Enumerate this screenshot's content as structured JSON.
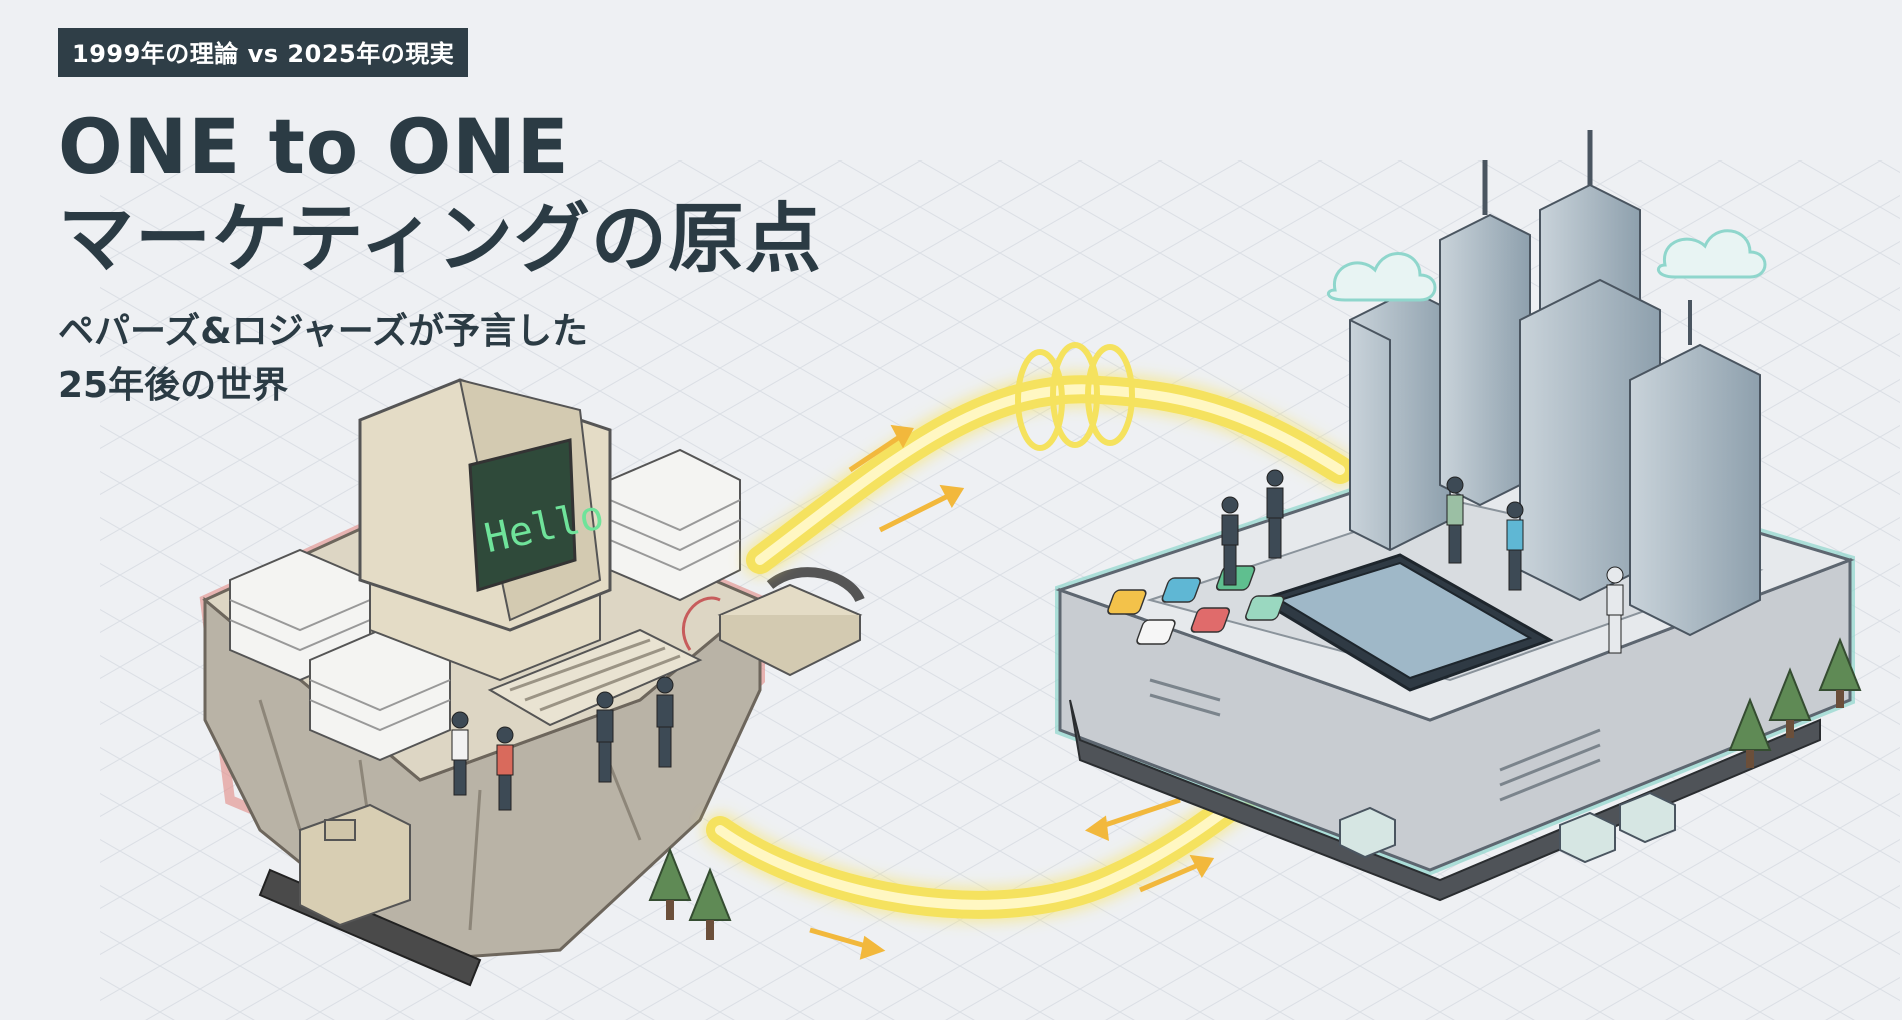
{
  "header": {
    "tag": "1999年の理論 vs 2025年の現実",
    "title_line1": "ONE to ONE",
    "title_line2": "マーケティングの原点",
    "subtitle_line1": "ペパーズ&ロジャーズが予言した",
    "subtitle_line2": "25年後の世界"
  },
  "illustration": {
    "monitor_text": "Hello",
    "colors": {
      "legacy_outline": "#e28a86",
      "modern_outline": "#8fd6cc",
      "pipe_glow": "#f5e25e",
      "arrow": "#f2b83c",
      "background": "#eef0f3",
      "grid": "#d9dde3"
    },
    "app_icons": [
      "search-icon",
      "chat-icon",
      "cart-icon",
      "shopping-bag-icon",
      "gift-icon",
      "star-icon"
    ]
  }
}
